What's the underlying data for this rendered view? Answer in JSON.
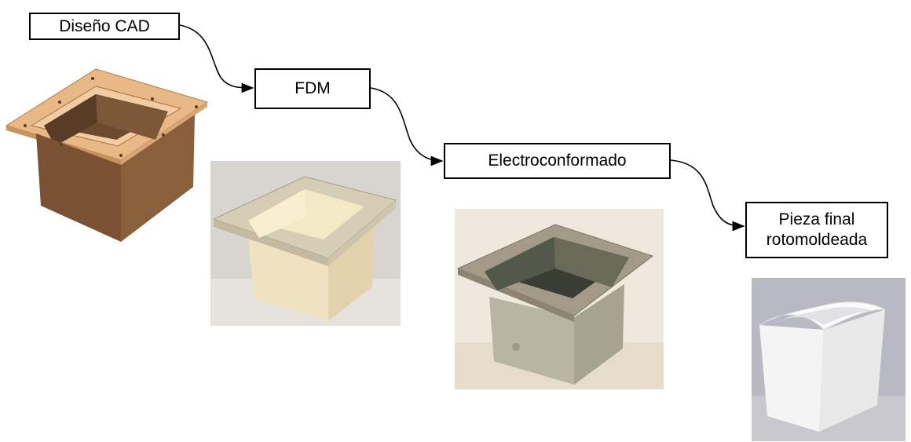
{
  "steps": [
    {
      "label": "Diseño CAD"
    },
    {
      "label": "FDM"
    },
    {
      "label": "Electroconformado"
    },
    {
      "label": "Pieza final\nrotomoldeada"
    }
  ],
  "colors": {
    "cad_body": "#7a5233",
    "cad_flange": "#e9b887",
    "fdm_part": "#efe2c0",
    "electro_part": "#b9b5a4",
    "final_part": "#f4f4f4"
  },
  "icons": [
    "cad-model-icon",
    "fdm-part-photo",
    "electroformed-part-photo",
    "final-part-photo"
  ]
}
